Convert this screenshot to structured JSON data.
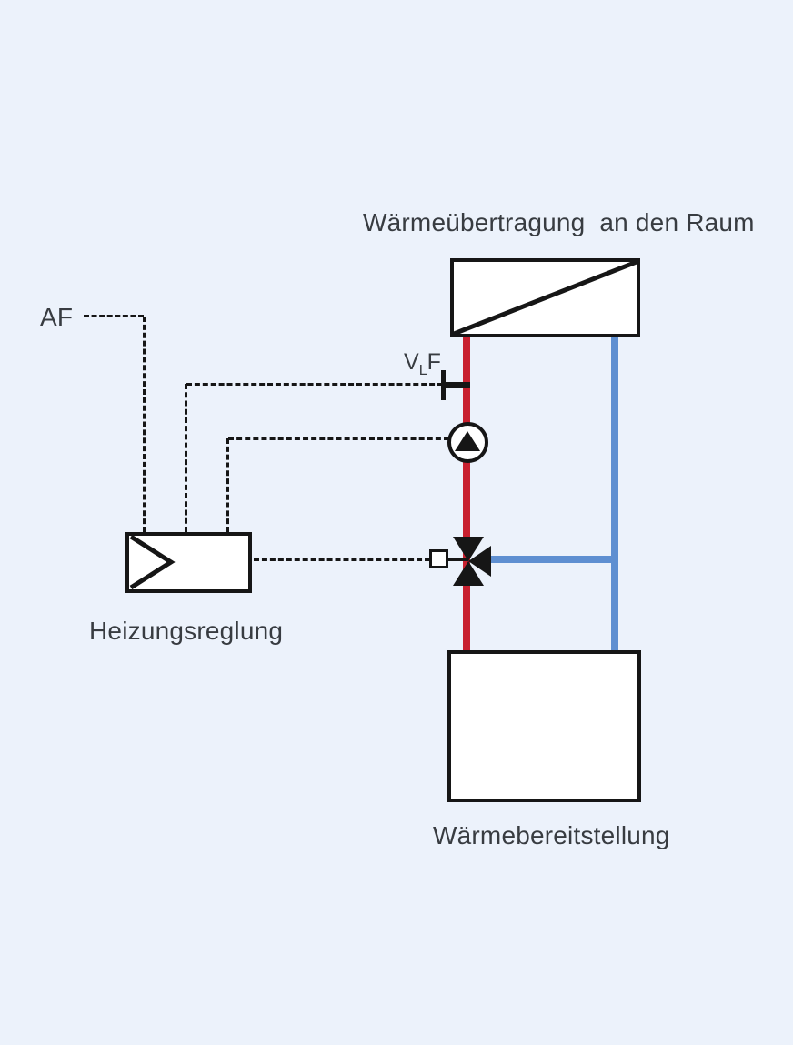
{
  "diagram": {
    "title": "Wärmeübertragung  an den Raum",
    "heat_source_label": "Wärmebereitstellung",
    "controller_label": "Heizungsreglung",
    "outdoor_sensor_label": "AF",
    "supply_sensor": {
      "main": "V",
      "sub": "L",
      "suffix": "F"
    },
    "colors": {
      "background": "#ECF2FB",
      "supply_pipe_red": "#C8202F",
      "return_pipe_blue": "#5E8FD1",
      "line_black": "#161616",
      "text": "#383C41"
    },
    "icons": {
      "heat_exchanger": "rectangle-with-diagonal",
      "pump": "circle-with-up-triangle",
      "mixing_valve": "three-way-bowtie-triangles",
      "temperature_sensor": "tee-tick-on-pipe",
      "controller": "chevron-right-in-box"
    }
  }
}
